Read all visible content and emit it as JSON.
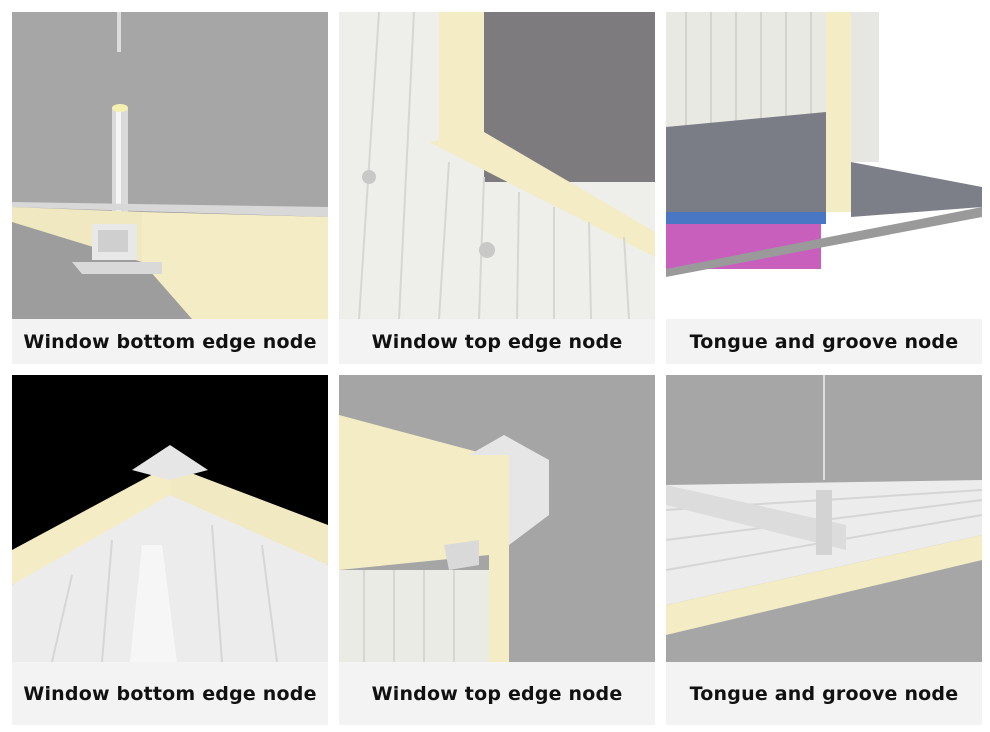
{
  "tiles": [
    {
      "caption": "Window bottom edge node"
    },
    {
      "caption": "Window top edge node"
    },
    {
      "caption": "Tongue and groove node"
    },
    {
      "caption": "Window bottom edge node"
    },
    {
      "caption": "Window top edge node"
    },
    {
      "caption": "Tongue and groove node"
    }
  ],
  "colors": {
    "foam_core": "#f3ecc4",
    "steel_skin": "#ebebe6",
    "background_gray": "#a6a6a6",
    "background_black": "#000000",
    "caption_bg": "#f3f3f3"
  }
}
